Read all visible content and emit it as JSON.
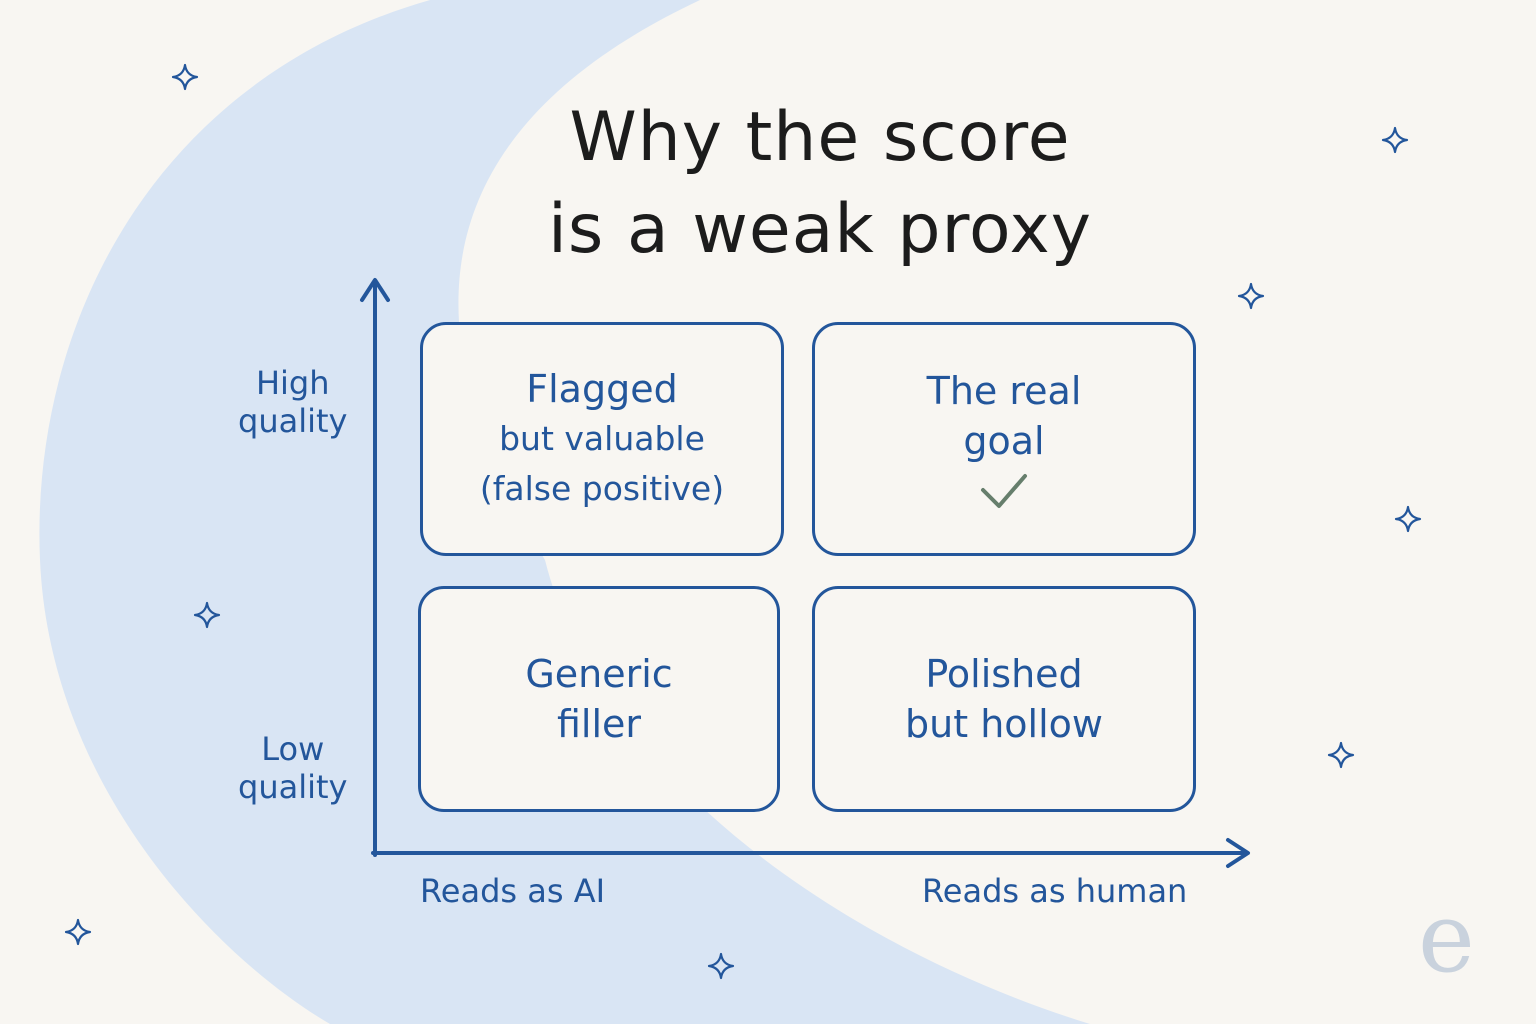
{
  "title": {
    "line1": "Why the score",
    "line2": "is a weak proxy"
  },
  "y_axis": {
    "high": [
      "High",
      "quality"
    ],
    "low": [
      "Low",
      "quality"
    ]
  },
  "x_axis": {
    "left": "Reads as AI",
    "right": "Reads as human"
  },
  "quadrants": {
    "top_left": {
      "lines": [
        "Flagged",
        "but valuable",
        "(false positive)"
      ]
    },
    "top_right": {
      "lines": [
        "The real",
        "goal"
      ],
      "icon": "checkmark-icon"
    },
    "bottom_left": {
      "lines": [
        "Generic",
        "filler"
      ]
    },
    "bottom_right": {
      "lines": [
        "Polished",
        "but hollow"
      ]
    }
  },
  "logo": "e",
  "colors": {
    "accent": "#23569b",
    "title": "#1c1c1c",
    "background": "#f8f6f2",
    "swoosh": "#d9e5f4",
    "check": "#667e6c",
    "logo": "#c9d2dd"
  }
}
